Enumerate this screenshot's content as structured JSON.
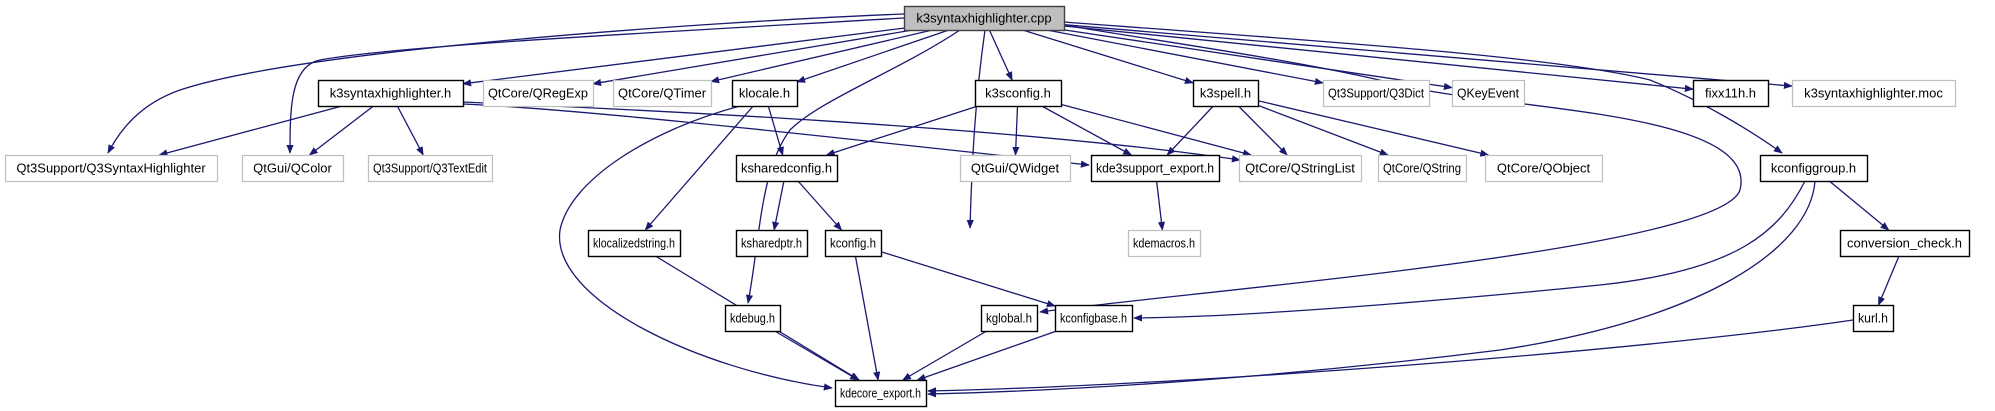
{
  "title": "k3syntaxhighlighter.cpp include dependency graph",
  "colors": {
    "edge": "#191970",
    "root_fill": "#bfbfbf",
    "root_border": "#404040",
    "documented_border": "#000000",
    "undocumented_border": "#bfbfbf",
    "node_fill": "#ffffff"
  },
  "nodes": [
    {
      "id": "root",
      "label": "k3syntaxhighlighter.cpp",
      "kind": "root"
    },
    {
      "id": "k3sh_h",
      "label": "k3syntaxhighlighter.h",
      "kind": "documented"
    },
    {
      "id": "qregexp",
      "label": "QtCore/QRegExp",
      "kind": "external"
    },
    {
      "id": "qtimer",
      "label": "QtCore/QTimer",
      "kind": "external"
    },
    {
      "id": "klocale",
      "label": "klocale.h",
      "kind": "documented"
    },
    {
      "id": "k3sconfig",
      "label": "k3sconfig.h",
      "kind": "documented"
    },
    {
      "id": "k3spell",
      "label": "k3spell.h",
      "kind": "documented"
    },
    {
      "id": "q3dict",
      "label": "Qt3Support/Q3Dict",
      "kind": "external"
    },
    {
      "id": "qkeyevent",
      "label": "QKeyEvent",
      "kind": "external"
    },
    {
      "id": "fixx11h",
      "label": "fixx11h.h",
      "kind": "documented"
    },
    {
      "id": "moc",
      "label": "k3syntaxhighlighter.moc",
      "kind": "external"
    },
    {
      "id": "q3synhl",
      "label": "Qt3Support/Q3SyntaxHighlighter",
      "kind": "external"
    },
    {
      "id": "qcolor",
      "label": "QtGui/QColor",
      "kind": "external"
    },
    {
      "id": "q3textedit",
      "label": "Qt3Support/Q3TextEdit",
      "kind": "external"
    },
    {
      "id": "ksharedconfig",
      "label": "ksharedconfig.h",
      "kind": "documented"
    },
    {
      "id": "qwidget",
      "label": "QtGui/QWidget",
      "kind": "external"
    },
    {
      "id": "kde3support_export",
      "label": "kde3support_export.h",
      "kind": "documented"
    },
    {
      "id": "qstringlist",
      "label": "QtCore/QStringList",
      "kind": "external"
    },
    {
      "id": "qstring",
      "label": "QtCore/QString",
      "kind": "external"
    },
    {
      "id": "qobject",
      "label": "QtCore/QObject",
      "kind": "external"
    },
    {
      "id": "kconfiggroup",
      "label": "kconfiggroup.h",
      "kind": "documented"
    },
    {
      "id": "klocalizedstring",
      "label": "klocalizedstring.h",
      "kind": "documented"
    },
    {
      "id": "ksharedptr",
      "label": "ksharedptr.h",
      "kind": "documented"
    },
    {
      "id": "kconfig",
      "label": "kconfig.h",
      "kind": "documented"
    },
    {
      "id": "kdemacros",
      "label": "kdemacros.h",
      "kind": "external"
    },
    {
      "id": "conversion_check",
      "label": "conversion_check.h",
      "kind": "documented"
    },
    {
      "id": "kdebug",
      "label": "kdebug.h",
      "kind": "documented"
    },
    {
      "id": "kglobal",
      "label": "kglobal.h",
      "kind": "documented"
    },
    {
      "id": "kconfigbase",
      "label": "kconfigbase.h",
      "kind": "documented"
    },
    {
      "id": "kurl",
      "label": "kurl.h",
      "kind": "documented"
    },
    {
      "id": "kdecore_export",
      "label": "kdecore_export.h",
      "kind": "documented"
    }
  ],
  "edges": [
    [
      "root",
      "k3sh_h"
    ],
    [
      "root",
      "qregexp"
    ],
    [
      "root",
      "qtimer"
    ],
    [
      "root",
      "klocale"
    ],
    [
      "root",
      "k3sconfig"
    ],
    [
      "root",
      "k3spell"
    ],
    [
      "root",
      "q3dict"
    ],
    [
      "root",
      "qkeyevent"
    ],
    [
      "root",
      "fixx11h"
    ],
    [
      "root",
      "moc"
    ],
    [
      "root",
      "q3synhl"
    ],
    [
      "root",
      "qcolor"
    ],
    [
      "root",
      "kconfiggroup"
    ],
    [
      "root",
      "kdebug"
    ],
    [
      "root",
      "kconfig"
    ],
    [
      "root",
      "kglobal"
    ],
    [
      "k3sh_h",
      "q3synhl"
    ],
    [
      "k3sh_h",
      "qcolor"
    ],
    [
      "k3sh_h",
      "q3textedit"
    ],
    [
      "k3sh_h",
      "kde3support_export"
    ],
    [
      "k3sh_h",
      "qstringlist"
    ],
    [
      "klocale",
      "ksharedconfig"
    ],
    [
      "klocale",
      "klocalizedstring"
    ],
    [
      "klocale",
      "kdecore_export"
    ],
    [
      "k3sconfig",
      "ksharedconfig"
    ],
    [
      "k3sconfig",
      "qwidget"
    ],
    [
      "k3sconfig",
      "kde3support_export"
    ],
    [
      "k3sconfig",
      "qstringlist"
    ],
    [
      "k3spell",
      "kde3support_export"
    ],
    [
      "k3spell",
      "qstringlist"
    ],
    [
      "k3spell",
      "qstring"
    ],
    [
      "k3spell",
      "qobject"
    ],
    [
      "ksharedconfig",
      "ksharedptr"
    ],
    [
      "ksharedconfig",
      "kconfig"
    ],
    [
      "kde3support_export",
      "kdemacros"
    ],
    [
      "kconfiggroup",
      "conversion_check"
    ],
    [
      "kconfiggroup",
      "kconfigbase"
    ],
    [
      "kconfiggroup",
      "kdecore_export"
    ],
    [
      "conversion_check",
      "kurl"
    ],
    [
      "kconfig",
      "kconfigbase"
    ],
    [
      "kconfig",
      "kdecore_export"
    ],
    [
      "klocalizedstring",
      "kdecore_export"
    ],
    [
      "kdebug",
      "kdecore_export"
    ],
    [
      "kglobal",
      "kdecore_export"
    ],
    [
      "kconfigbase",
      "kdecore_export"
    ],
    [
      "kurl",
      "kdecore_export"
    ]
  ]
}
